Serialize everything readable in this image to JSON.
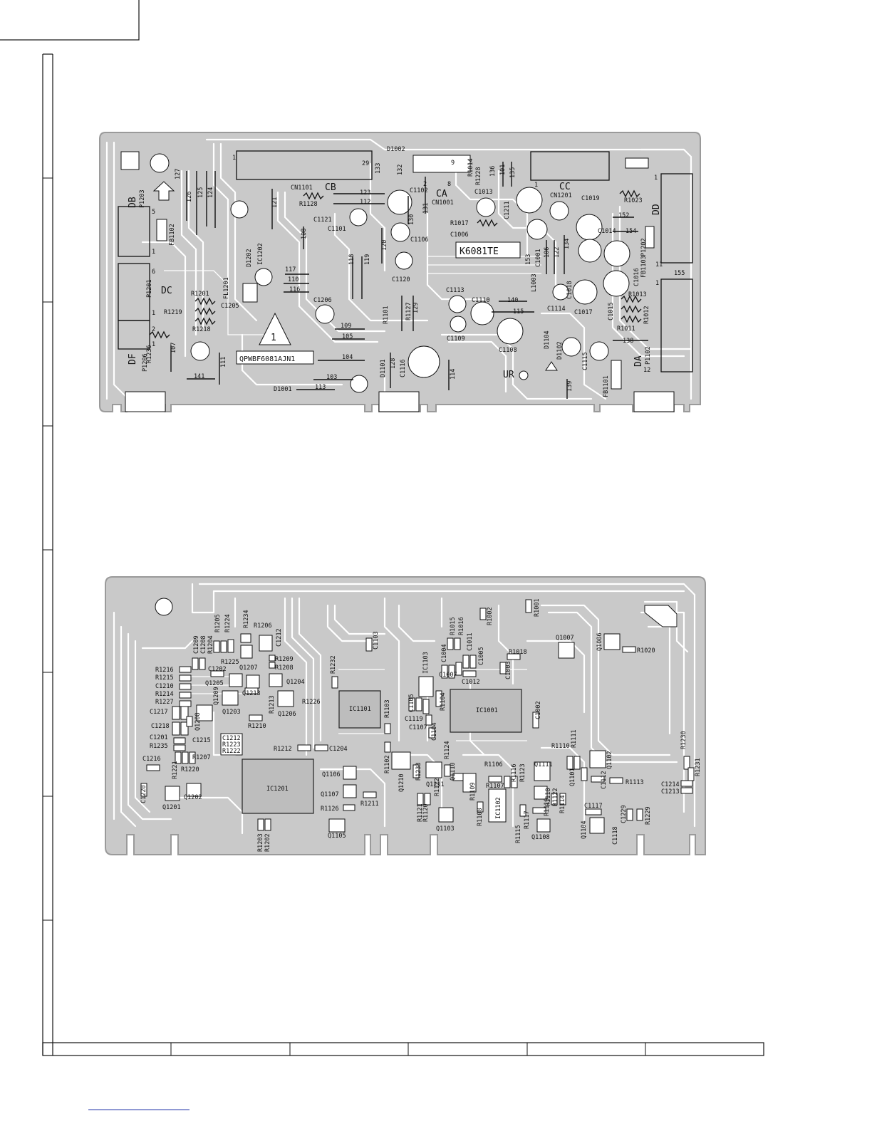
{
  "top_board": {
    "connectors": [
      {
        "id": "cb",
        "label": "CB",
        "sub": "CN1101"
      },
      {
        "id": "ca",
        "label": "CA",
        "sub": "CN1001"
      },
      {
        "id": "cc",
        "label": "CC",
        "sub": "CN1201"
      },
      {
        "id": "db",
        "label": "DB",
        "sub": "P1203"
      },
      {
        "id": "dc",
        "label": "DC",
        "sub": "P1201"
      },
      {
        "id": "df",
        "label": "DF",
        "sub": "P1206"
      },
      {
        "id": "dd",
        "label": "DD",
        "sub": "P1202"
      },
      {
        "id": "da",
        "label": "DA",
        "sub": "P1102"
      }
    ],
    "chip_label": "K6081TE",
    "board_code": "QPWBF6081AJN1",
    "warning_number": "1",
    "components": [
      "D1002",
      "R1014",
      "R1228",
      "R1017",
      "C1006",
      "C1013",
      "C1211",
      "C1019",
      "R1023",
      "C1014",
      "C1016",
      "C1018",
      "C1001",
      "L1003",
      "C1114",
      "C1017",
      "C1015",
      "R1013",
      "R1012",
      "R1011",
      "FB1103",
      "C1102",
      "C1121",
      "C1101",
      "C1106",
      "C1120",
      "R1128",
      "D1202",
      "IC1202",
      "FL1201",
      "C1205",
      "R1201",
      "R1219",
      "R1218",
      "R1236",
      "C1206",
      "FB1102",
      "C1113",
      "C1110",
      "C1109",
      "C1108",
      "R1101",
      "R1127",
      "D1101",
      "C1116",
      "D1104",
      "D1102",
      "C1115",
      "FB1101",
      "D1001"
    ],
    "jumpers": [
      "133",
      "132",
      "131",
      "130",
      "136",
      "101",
      "135",
      "127",
      "126",
      "125",
      "124",
      "121",
      "123",
      "112",
      "108",
      "117",
      "110",
      "116",
      "118",
      "119",
      "120",
      "129",
      "109",
      "105",
      "104",
      "103",
      "113",
      "111",
      "107",
      "141",
      "114",
      "115",
      "140",
      "139",
      "138",
      "152",
      "153",
      "154",
      "155",
      "106",
      "122",
      "134",
      "128"
    ],
    "pin_numbers": [
      "1",
      "29",
      "2",
      "8",
      "9",
      "1",
      "5",
      "1",
      "6",
      "1",
      "1",
      "2",
      "1",
      "12",
      "11",
      "1"
    ]
  },
  "bottom_board": {
    "ics": [
      "IC1101",
      "IC1001",
      "IC1201"
    ],
    "components": [
      "R1205",
      "R1224",
      "R1234",
      "R1206",
      "C1209",
      "C1208",
      "R1204",
      "C1212",
      "R1209",
      "R1208",
      "C1103",
      "R1232",
      "R1225",
      "C1202",
      "Q1207",
      "R1216",
      "R1215",
      "C1210",
      "R1214",
      "R1227",
      "Q1205",
      "Q1213",
      "Q1204",
      "R1213",
      "Q1209",
      "Q1203",
      "R1226",
      "Q1206",
      "Q1208",
      "R1210",
      "C1217",
      "C1218",
      "C1201",
      "R1235",
      "C1215",
      "C1212",
      "R1223",
      "R1222",
      "R1207",
      "R1221",
      "R1220",
      "C1216",
      "C1220",
      "Q1201",
      "Q1202",
      "R1212",
      "C1204",
      "Q1106",
      "Q1107",
      "R1126",
      "R1211",
      "Q1105",
      "R1203",
      "R1202",
      "R1102",
      "R1233",
      "Q1210",
      "Q1211",
      "R1122",
      "R1121",
      "R1120",
      "Q1103",
      "R1124",
      "Q1110",
      "R1109",
      "R1108",
      "IC1102",
      "R1106",
      "R1107",
      "R1116",
      "R1123",
      "R1115",
      "R1117",
      "Q1108",
      "R1118",
      "R1122",
      "R1114",
      "R1119",
      "Q1111",
      "Q1101",
      "Q1102",
      "R1110",
      "R1111",
      "R1113",
      "C1112",
      "C1117",
      "C1229",
      "R1229",
      "C1118",
      "Q1104",
      "R1230",
      "R1231",
      "C1214",
      "C1213",
      "R1103",
      "C1105",
      "C1119",
      "C1107",
      "C1104",
      "R1104",
      "IC1103",
      "C1004",
      "C1007",
      "C1012",
      "C1011",
      "R1015",
      "R1016",
      "C1005",
      "C1003",
      "R1002",
      "R1001",
      "R1018",
      "Q1007",
      "Q1006",
      "R1020",
      "C1002"
    ]
  }
}
